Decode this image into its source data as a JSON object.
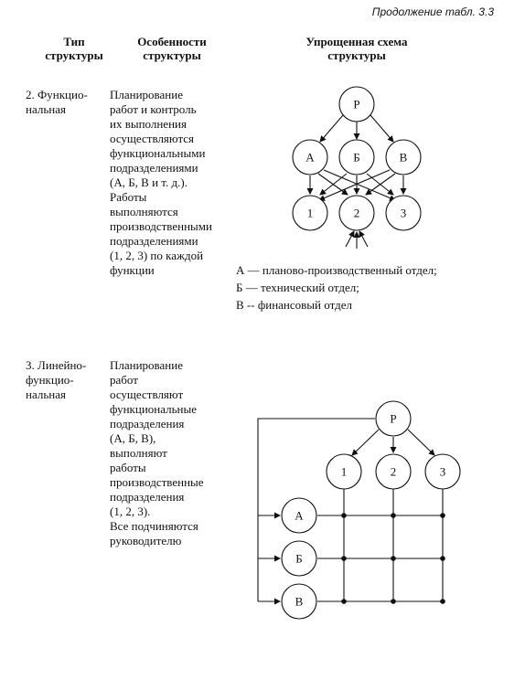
{
  "continuation": "Продолжение табл. 3.3",
  "headers": {
    "type_lines": [
      "Тип",
      "структуры"
    ],
    "features_lines": [
      "Особенности",
      "структуры"
    ],
    "scheme_lines": [
      "Упрощенная схема",
      "структуры"
    ]
  },
  "row1": {
    "type_lines": [
      "2. Функцио-",
      "нальная"
    ],
    "desc_lines": [
      "Планирование",
      "работ и контроль",
      "их выполнения",
      "осуществляются",
      "функциональными",
      "подразделениями",
      "(А, Б, В и т. д.).",
      "Работы",
      "выполняются",
      "производственными",
      "подразделениями",
      "(1, 2, 3) по каждой",
      "функции"
    ],
    "diagram": {
      "top": "Р",
      "middle": [
        "А",
        "Б",
        "В"
      ],
      "bottom": [
        "1",
        "2",
        "3"
      ]
    },
    "legend": [
      "А — планово-производственный отдел;",
      "Б — технический отдел;",
      "В -- финансовый отдел"
    ]
  },
  "row2": {
    "type_lines": [
      "3. Линейно-",
      "функцио-",
      "нальная"
    ],
    "desc_lines": [
      "Планирование",
      "работ",
      "осуществляют",
      "функциональные",
      "подразделения",
      "(А, Б, В),",
      "выполняют",
      "работы",
      "производственные",
      "подразделения",
      "(1, 2, 3).",
      "Все подчиняются",
      "руководителю"
    ],
    "diagram": {
      "top": "Р",
      "production": [
        "1",
        "2",
        "3"
      ],
      "functional": [
        "А",
        "Б",
        "В"
      ]
    }
  }
}
